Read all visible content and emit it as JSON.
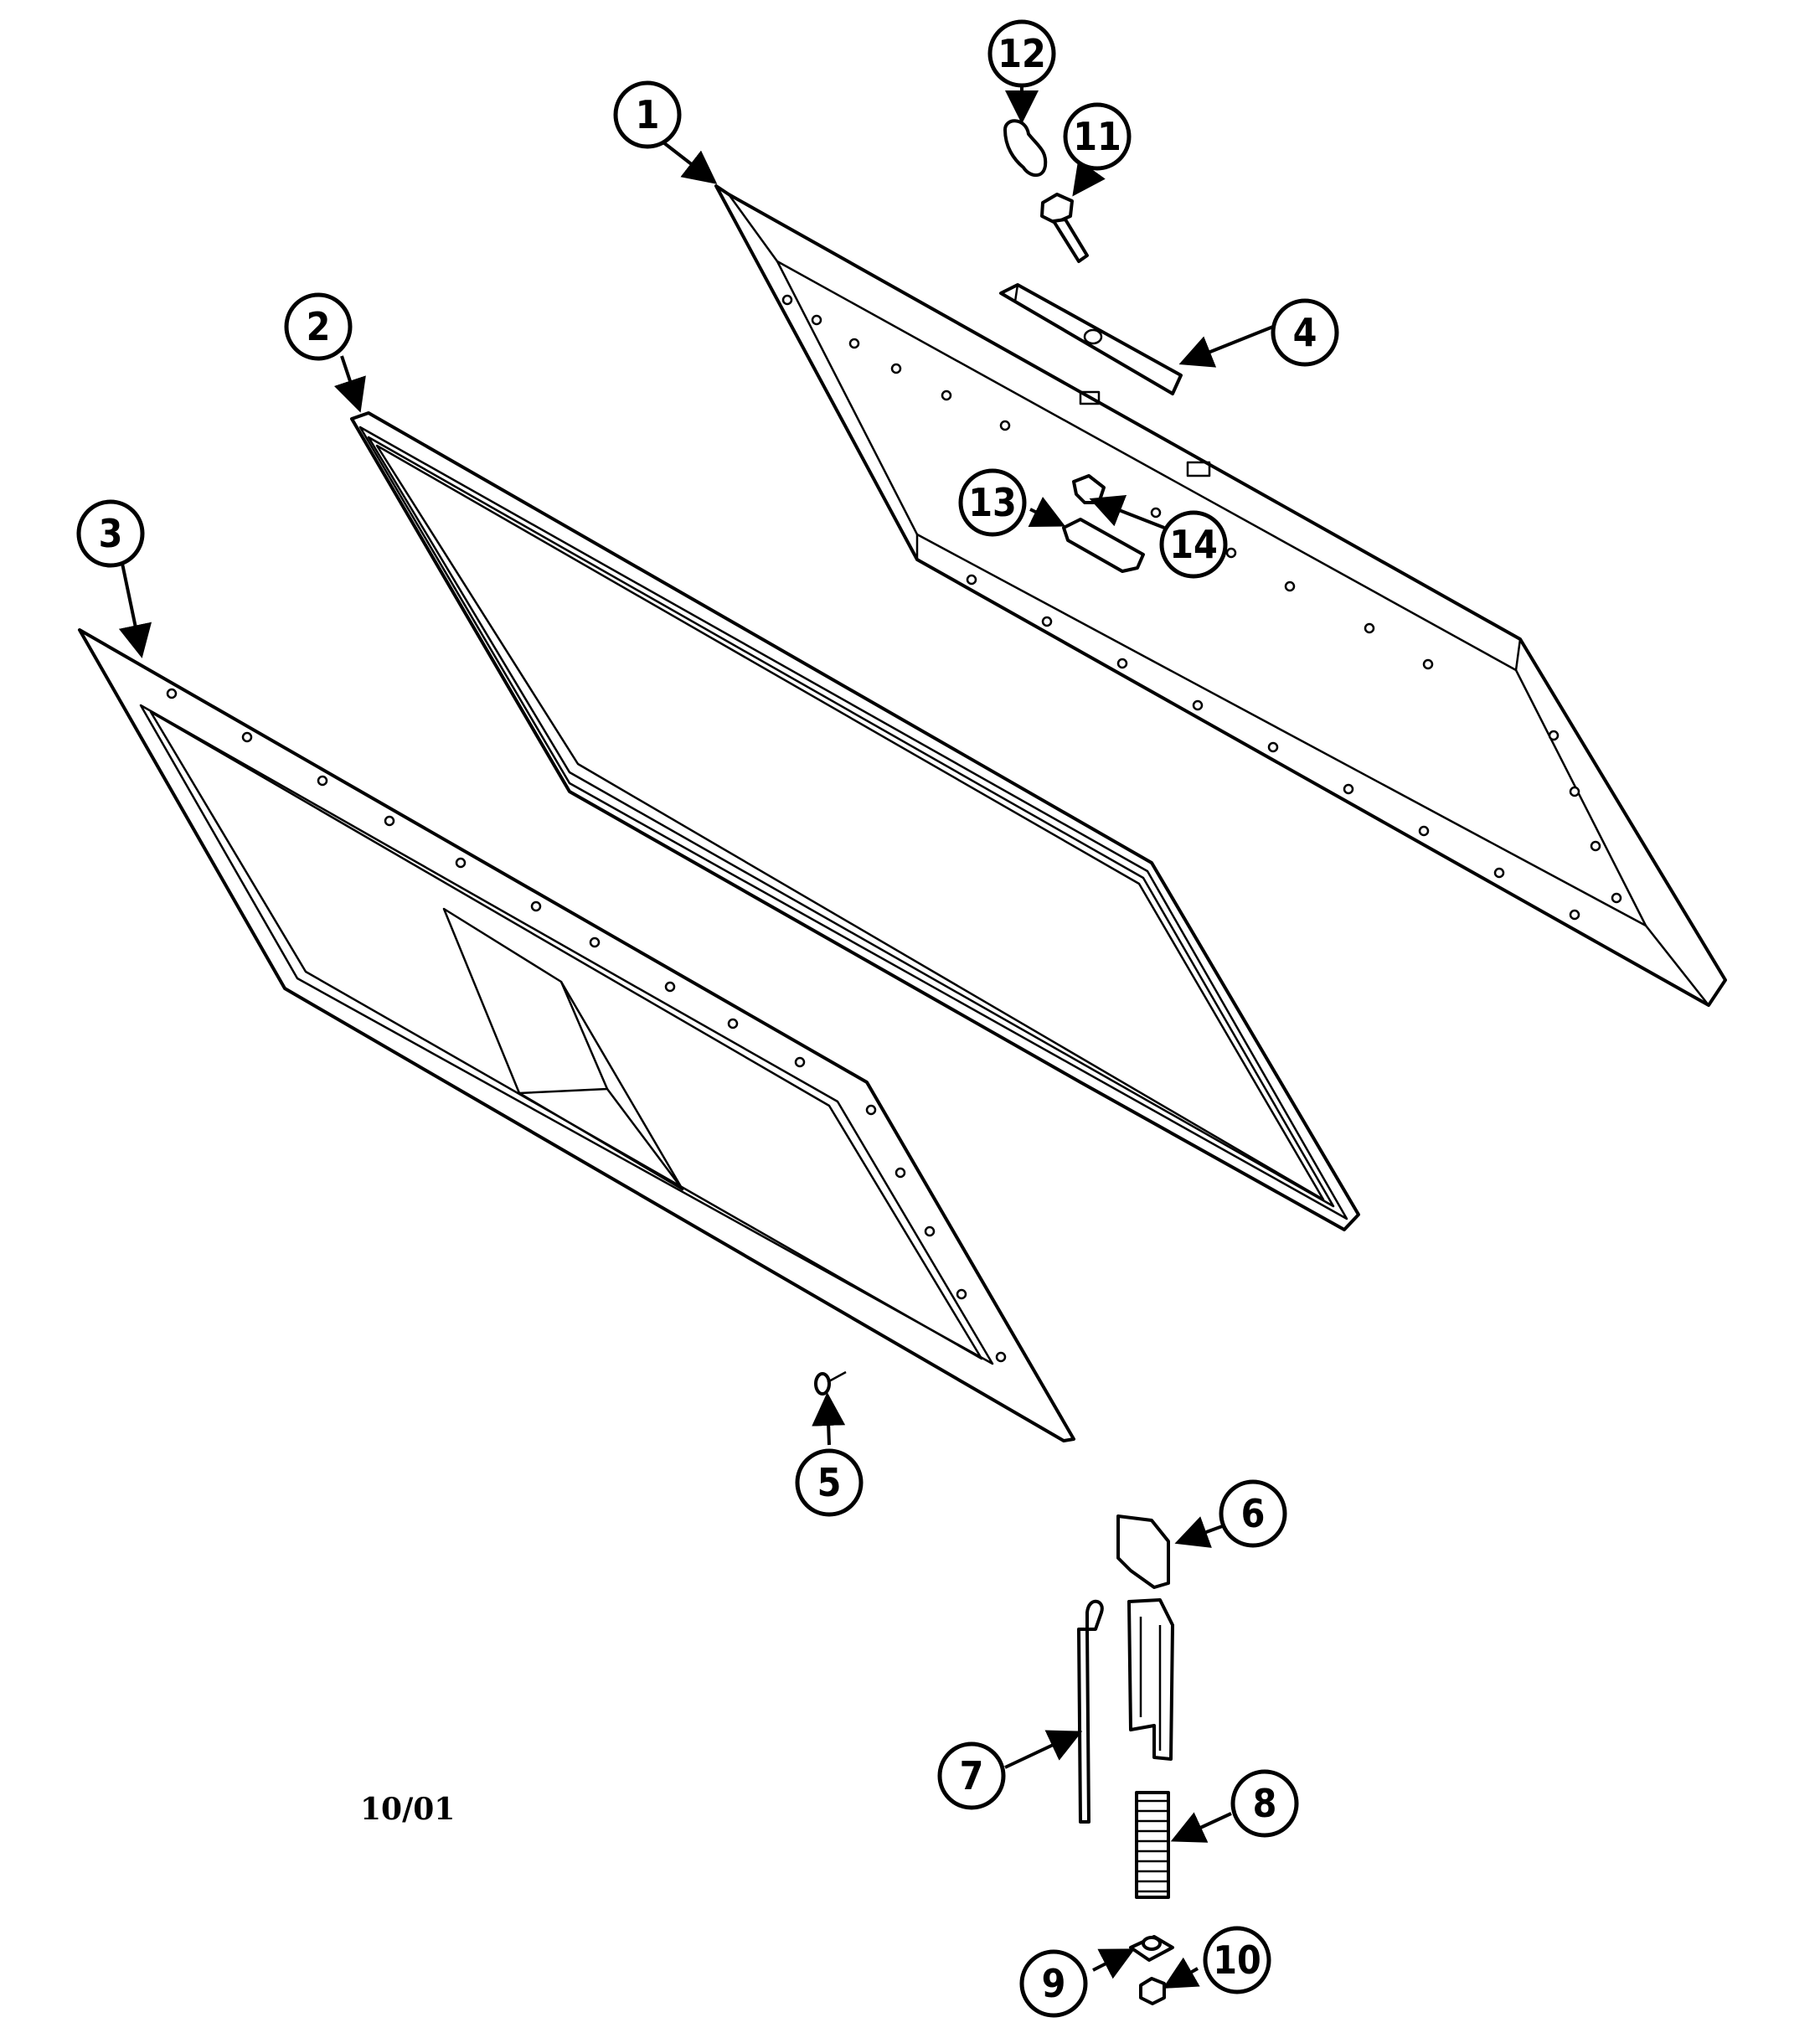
{
  "callouts": [
    {
      "label": "1"
    },
    {
      "label": "2"
    },
    {
      "label": "3"
    },
    {
      "label": "4"
    },
    {
      "label": "5"
    },
    {
      "label": "6"
    },
    {
      "label": "7"
    },
    {
      "label": "8"
    },
    {
      "label": "9"
    },
    {
      "label": "10"
    },
    {
      "label": "11"
    },
    {
      "label": "12"
    },
    {
      "label": "13"
    },
    {
      "label": "14"
    }
  ],
  "date_code": "10/01",
  "colors": {
    "line": "#000000",
    "background": "#ffffff"
  }
}
